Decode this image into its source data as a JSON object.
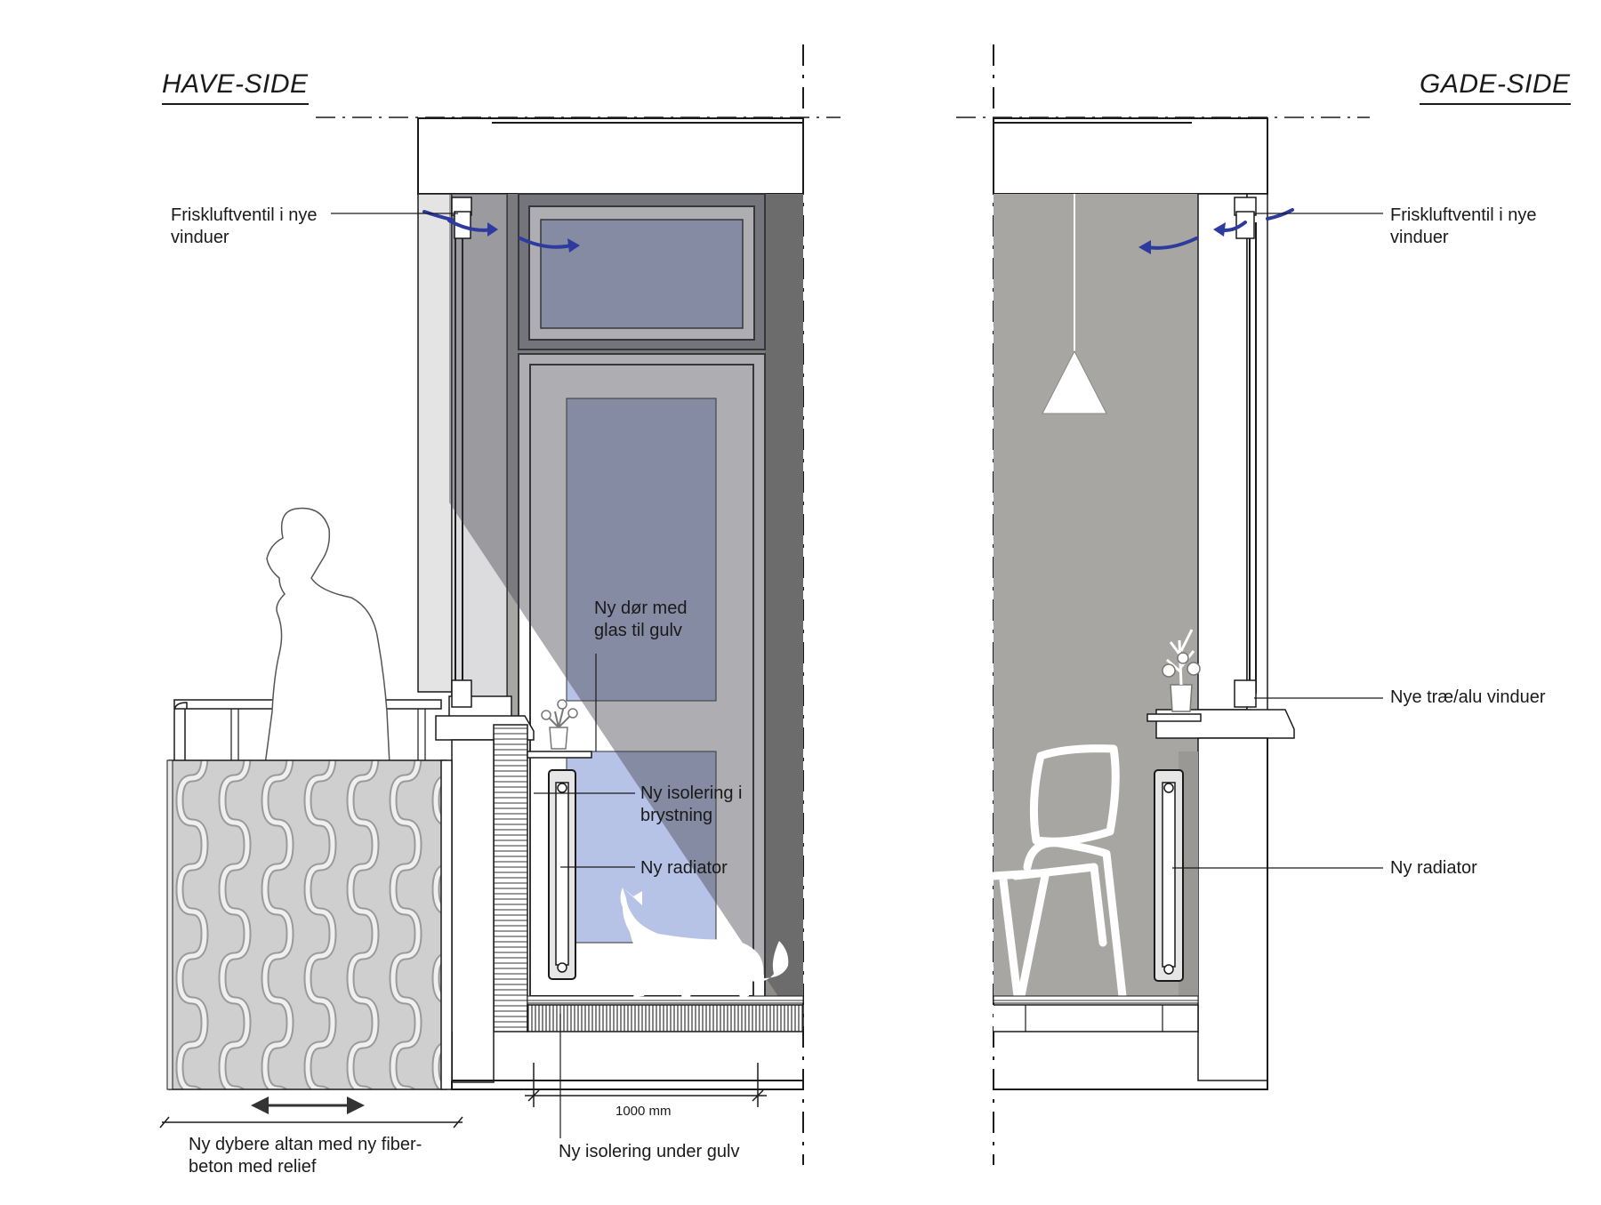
{
  "headings": {
    "left": "HAVE-SIDE",
    "right": "GADE-SIDE"
  },
  "labels": {
    "friskluft_left": [
      "Friskluftventil i nye",
      "vinduer"
    ],
    "friskluft_right": [
      "Friskluftventil i nye",
      "vinduer"
    ],
    "ny_dor": [
      "Ny dør med",
      "glas til gulv"
    ],
    "ny_isolering_brystning": [
      "Ny isolering i",
      "brystning"
    ],
    "ny_radiator_left": "Ny radiator",
    "ny_radiator_right": "Ny radiator",
    "nye_vinduer": "Nye træ/alu vinduer",
    "dimension": "1000 mm",
    "ny_isolering_gulv": "Ny isolering under gulv",
    "altan": [
      "Ny dybere altan med ny fiber-",
      "beton med relief"
    ]
  },
  "colors": {
    "line": "#1a1a1a",
    "concrete": "#a8a6a2",
    "concrete_dark": "#8f8d89",
    "glass": "#b7c3e6",
    "shadow": "#7d7f86",
    "arrow": "#2d3a9e",
    "wall": "#ffffff"
  },
  "icons": [
    "person-silhouette-icon",
    "cat-silhouette-icon",
    "chair-icon",
    "pendant-lamp-icon",
    "plant-icon",
    "radiator-icon",
    "airflow-arrow-icon",
    "double-arrow-icon"
  ]
}
